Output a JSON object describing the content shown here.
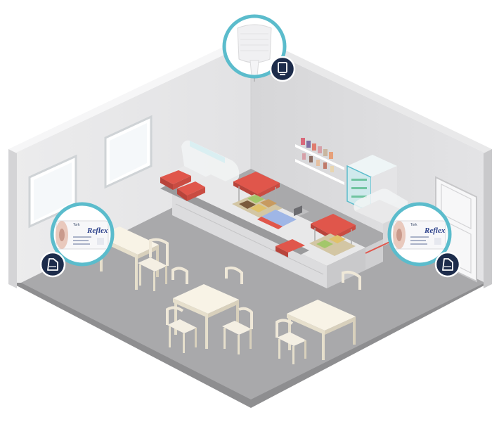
{
  "products": {
    "left_roll": {
      "brand": "Tork",
      "script": "Reflex",
      "badge_icon": "wiper-dispenser-icon"
    },
    "right_roll": {
      "brand": "Tork",
      "script": "Reflex",
      "badge_icon": "wiper-dispenser-icon"
    },
    "top_dispenser": {
      "badge_icon": "wall-dispenser-icon"
    }
  },
  "colors": {
    "ring": "#5bbccc",
    "badge": "#1d2c4b",
    "floor": "#a9a9ab",
    "wall_light": "#eeeeef",
    "wall_mid": "#d9d9db",
    "counter_red": "#e0564b",
    "furniture": "#f4efe3"
  }
}
